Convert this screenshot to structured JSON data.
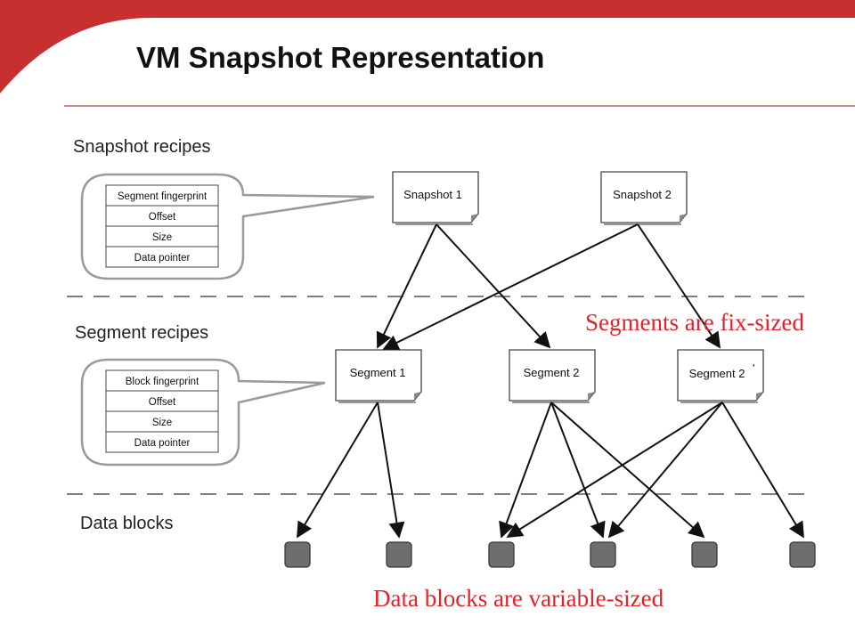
{
  "title": "VM Snapshot Representation",
  "sections": {
    "snapshot_recipes": "Snapshot recipes",
    "segment_recipes": "Segment recipes",
    "data_blocks": "Data blocks"
  },
  "snapshot_recipe_fields": [
    "Segment fingerprint",
    "Offset",
    "Size",
    "Data pointer"
  ],
  "segment_recipe_fields": [
    "Block fingerprint",
    "Offset",
    "Size",
    "Data pointer"
  ],
  "snapshots": [
    "Snapshot 1",
    "Snapshot 2"
  ],
  "segments": [
    "Segment 1",
    "Segment 2",
    "Segment 2"
  ],
  "segment_prime_mark": "'",
  "notes": {
    "segments": "Segments are fix-sized",
    "blocks": "Data blocks are variable-sized"
  },
  "colors": {
    "header_red": "#c8302f",
    "note_red": "#e0242a",
    "block_gray": "#6e6e6e",
    "callout_gray": "#9a9a9a"
  }
}
